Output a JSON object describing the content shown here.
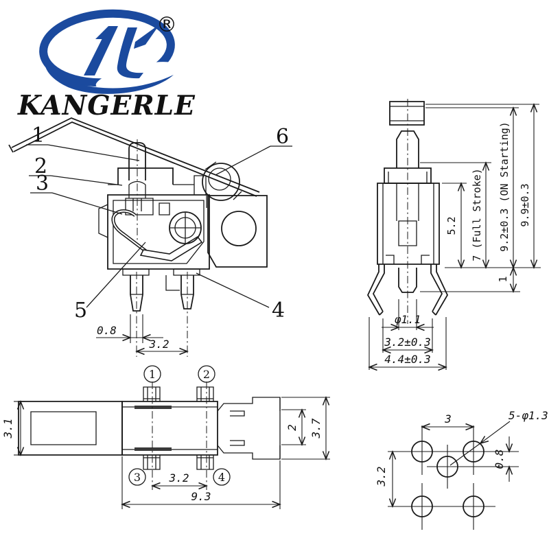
{
  "brand": {
    "name": "KANGERLE",
    "registered_mark": "®",
    "logo_color": "#1b4a9e"
  },
  "views": {
    "front": {
      "callouts": {
        "c1": "1",
        "c2": "2",
        "c3": "3",
        "c4": "4",
        "c5": "5",
        "c6": "6"
      },
      "dims": {
        "pin_width": "0.8",
        "pin_pitch": "3.2"
      }
    },
    "side": {
      "dims": {
        "body_height": "5.2",
        "full_stroke": "7 (Full Stroke)",
        "on_starting": "9.2±0.3 (ON Starting)",
        "total_height": "9.9±0.3",
        "standoff": "1",
        "pin_dia": "φ1.1",
        "leg_pitch": "3.2±0.3",
        "leg_span": "4.4±0.3"
      }
    },
    "top": {
      "terminals": {
        "t1": "1",
        "t2": "2",
        "t3": "3",
        "t4": "4"
      },
      "dims": {
        "lever_width": "3.1",
        "slot_width": "2",
        "body_width": "3.7",
        "terminal_pitch": "3.2",
        "overall_length": "9.3"
      }
    },
    "pcb": {
      "dims": {
        "span_x": "3",
        "span_y": "3.2",
        "offset_y": "0.8",
        "holes_label": "5-φ1.3"
      }
    }
  }
}
